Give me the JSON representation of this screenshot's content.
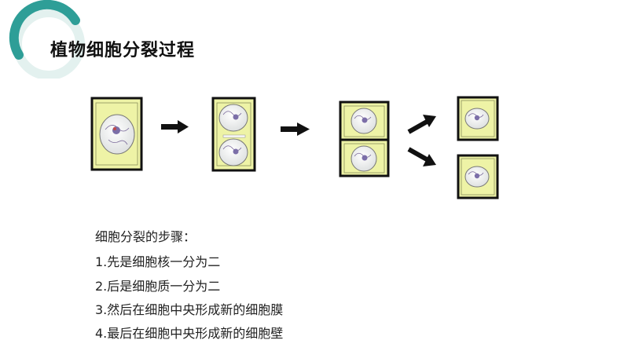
{
  "slide": {
    "title": "植物细胞分裂过程"
  },
  "steps": {
    "heading": "细胞分裂的步骤：",
    "items": [
      "1.先是细胞核一分为二",
      "2.后是细胞质一分为二",
      "3.然后在细胞中央形成新的细胞膜",
      "4.最后在细胞中央形成新的细胞壁"
    ]
  },
  "colors": {
    "teal": "#2e9e97",
    "cell_fill": "#eef3a6",
    "cell_border": "#111111",
    "arrow": "#111111"
  }
}
